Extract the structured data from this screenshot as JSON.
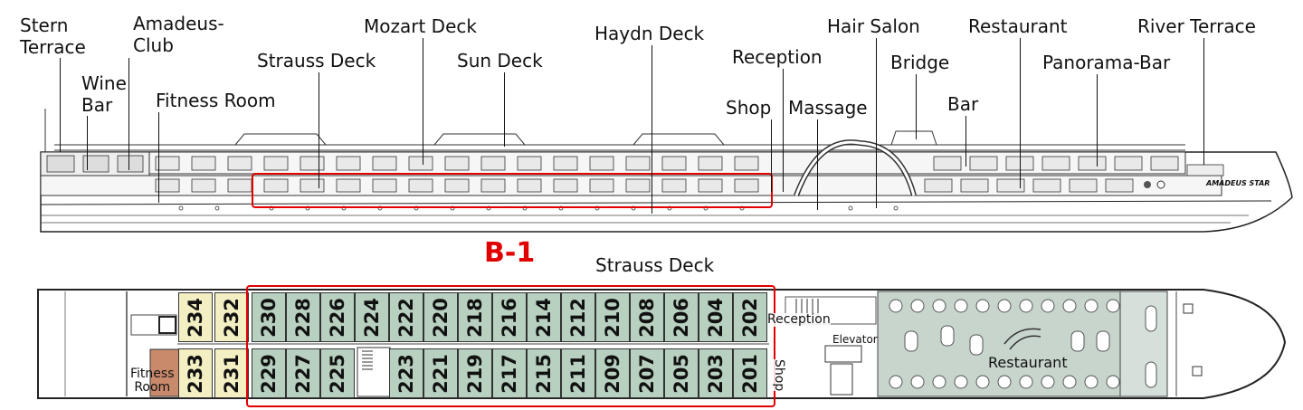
{
  "profile_labels": {
    "stern_terrace": "Stern\nTerrace",
    "amadeus_club": "Amadeus-\nClub",
    "wine_bar": "Wine\nBar",
    "fitness_room": "Fitness Room",
    "strauss_deck": "Strauss Deck",
    "mozart_deck": "Mozart Deck",
    "sun_deck": "Sun Deck",
    "haydn_deck": "Haydn Deck",
    "reception": "Reception",
    "shop": "Shop",
    "massage": "Massage",
    "hair_salon": "Hair Salon",
    "bridge": "Bridge",
    "bar": "Bar",
    "restaurant": "Restaurant",
    "panorama_bar": "Panorama-Bar",
    "river_terrace": "River Terrace"
  },
  "ship_name": "AMADEUS STAR",
  "section_mark": "B-1",
  "plan_title": "Strauss Deck",
  "plan_labels": {
    "fitness_room": "Fitness\nRoom",
    "reception": "Reception",
    "elevator": "Elevator",
    "restaurant": "Restaurant",
    "shop": "Shop"
  },
  "cabins_yellow_top": [
    "234",
    "232"
  ],
  "cabins_yellow_bottom": [
    "233",
    "231"
  ],
  "cabins_top": [
    "230",
    "228",
    "226",
    "224",
    "222",
    "220",
    "218",
    "216",
    "214",
    "212",
    "210",
    "208",
    "206",
    "204",
    "202"
  ],
  "cabins_bottom": [
    "229",
    "227",
    "225",
    "",
    "223",
    "221",
    "219",
    "217",
    "215",
    "211",
    "209",
    "207",
    "205",
    "203",
    "201"
  ],
  "colors": {
    "highlight": "#e10000",
    "cabin_green": "#b8d0c0",
    "cabin_yellow": "#f3efc3",
    "fitness_room": "#c98a6c",
    "restaurant_floor": "#c7d5cd"
  }
}
